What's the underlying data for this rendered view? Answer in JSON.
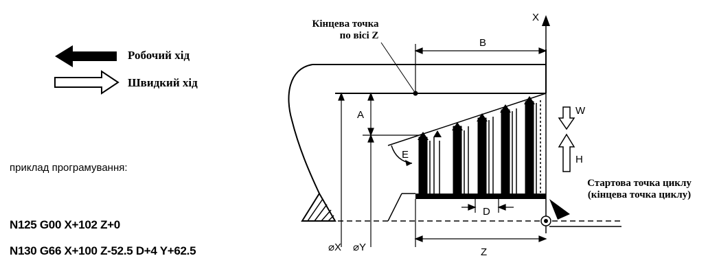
{
  "legend": {
    "working_stroke": "Робочий хід",
    "rapid_stroke": "Швидкий хід"
  },
  "caption": "приклад програмування:",
  "program": [
    "N125 G00 X+102 Z+0",
    "N130 G66 X+100 Z-52.5 D+4 Y+62.5"
  ],
  "callouts": {
    "end_point_line1": "Кінцева точка",
    "end_point_line2": "по вісі Z",
    "start_point_line1": "Стартова точка циклу",
    "start_point_line2": "(кінцева точка циклу)"
  },
  "dims": {
    "axis_x": "X",
    "b": "B",
    "a": "A",
    "e": "E",
    "w": "W",
    "h": "H",
    "d": "D",
    "z": "Z",
    "dia_x": "⌀X",
    "dia_y": "⌀Y"
  }
}
